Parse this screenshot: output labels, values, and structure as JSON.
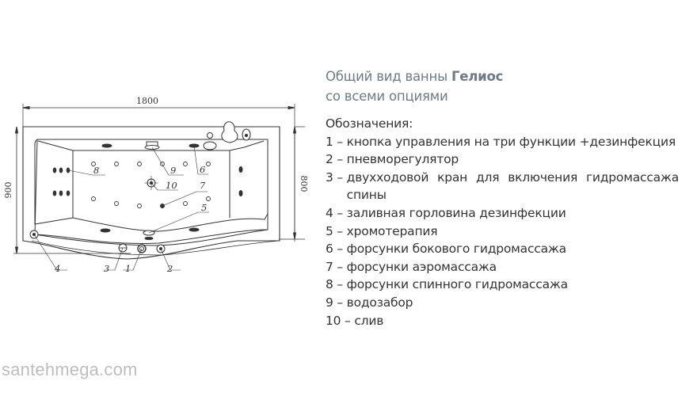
{
  "title": {
    "line1_prefix": "Общий вид ванны ",
    "line1_bold": "Гелиос",
    "line2": "со всеми опциями"
  },
  "legend": {
    "heading": "Обозначения:",
    "items": [
      {
        "num": "1 – ",
        "text": "кнопка управления на три функции +дезинфекция"
      },
      {
        "num": "2 – ",
        "text": "пневморегулятор"
      },
      {
        "num": "3 – ",
        "text": "двухходовой кран для включения гидромассажа",
        "continuation": "спины"
      },
      {
        "num": "4 – ",
        "text": "заливная горловина дезинфекции"
      },
      {
        "num": "5 – ",
        "text": "хромотерапия"
      },
      {
        "num": "6 – ",
        "text": "форсунки бокового гидромассажа"
      },
      {
        "num": "7 – ",
        "text": "форсунки аэромассажа"
      },
      {
        "num": "8 – ",
        "text": "форсунки спинного гидромассажа"
      },
      {
        "num": "9 – ",
        "text": "водозабор"
      },
      {
        "num": "10 – ",
        "text": "слив"
      }
    ]
  },
  "drawing": {
    "dimensions": {
      "length": "1800",
      "height_outer": "900",
      "height_inner": "800"
    },
    "callouts": [
      "1",
      "2",
      "3",
      "4",
      "5",
      "6",
      "7",
      "8",
      "9",
      "10"
    ],
    "line_color": "#333333"
  },
  "watermark": "santehmega.com"
}
